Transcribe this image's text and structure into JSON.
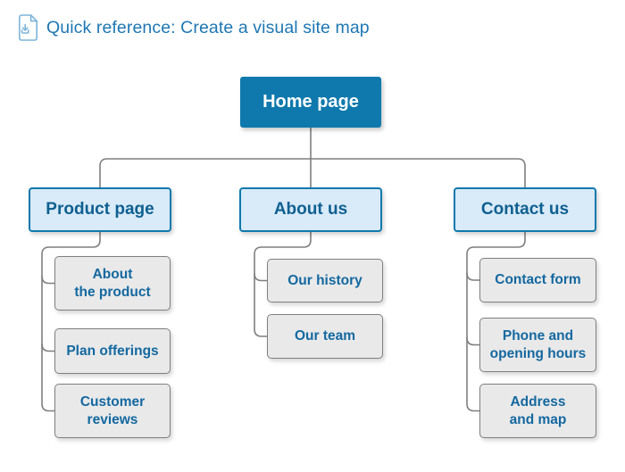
{
  "header": {
    "title": "Quick reference: Create a visual site map",
    "icon": "download-document-icon"
  },
  "colors": {
    "root_fill": "#0f79ad",
    "parent_fill": "#d9eaf8",
    "parent_border": "#0f79ad",
    "parent_text": "#0e6091",
    "child_fill": "#e9e9e9",
    "child_border": "#7f7f7f",
    "child_text": "#1368a0",
    "connector": "#7f7f7f",
    "header_text": "#1e77b3",
    "header_icon": "#7cb5da"
  },
  "sitemap": {
    "root": {
      "label": "Home page"
    },
    "columns": [
      {
        "parent": {
          "label": "Product page"
        },
        "children": [
          {
            "label": "About\nthe product"
          },
          {
            "label": "Plan offerings"
          },
          {
            "label": "Customer\nreviews"
          }
        ]
      },
      {
        "parent": {
          "label": "About us"
        },
        "children": [
          {
            "label": "Our history"
          },
          {
            "label": "Our team"
          }
        ]
      },
      {
        "parent": {
          "label": "Contact us"
        },
        "children": [
          {
            "label": "Contact form"
          },
          {
            "label": "Phone and\nopening hours"
          },
          {
            "label": "Address\nand map"
          }
        ]
      }
    ]
  }
}
